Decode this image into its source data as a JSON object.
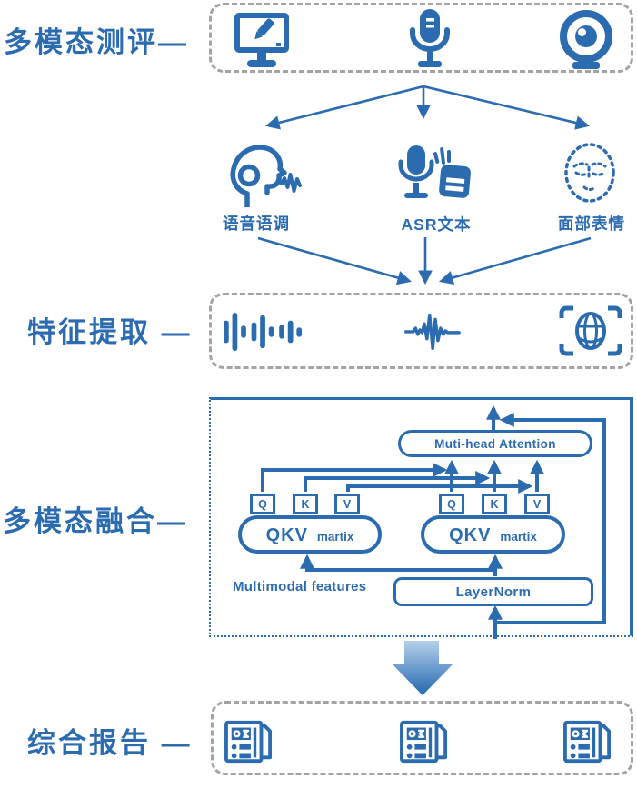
{
  "colors": {
    "primary": "#2b6bb0",
    "dash_gray": "#a3a3a3",
    "arrow_gradient_top": "#b5d0ec",
    "arrow_gradient_bottom": "#2268b0"
  },
  "stages": {
    "assessment": {
      "label": "多模态测评—",
      "icons": [
        "monitor-pencil-icon",
        "microphone-icon",
        "webcam-icon"
      ]
    },
    "modalities": {
      "items": [
        {
          "label": "语音语调",
          "icon": "speaking-head-icon"
        },
        {
          "label": "ASR文本",
          "icon": "mic-transcript-icon"
        },
        {
          "label": "面部表情",
          "icon": "face-outline-icon"
        }
      ]
    },
    "feature_extraction": {
      "label": "特征提取 —",
      "icons": [
        "audio-bars-icon",
        "waveform-icon",
        "face-scan-icon"
      ]
    },
    "fusion": {
      "label": "多模态融合—",
      "attention_block": "Muti-head Attention",
      "qkv_block": {
        "title": "QKV",
        "subtitle": "martix"
      },
      "qkv_slots": [
        "Q",
        "K",
        "V"
      ],
      "features_caption": "Multimodal features",
      "layernorm_block": "LayerNorm"
    },
    "report": {
      "label": "综合报告 —",
      "icons": [
        "report-icon",
        "report-icon",
        "report-icon"
      ]
    }
  }
}
